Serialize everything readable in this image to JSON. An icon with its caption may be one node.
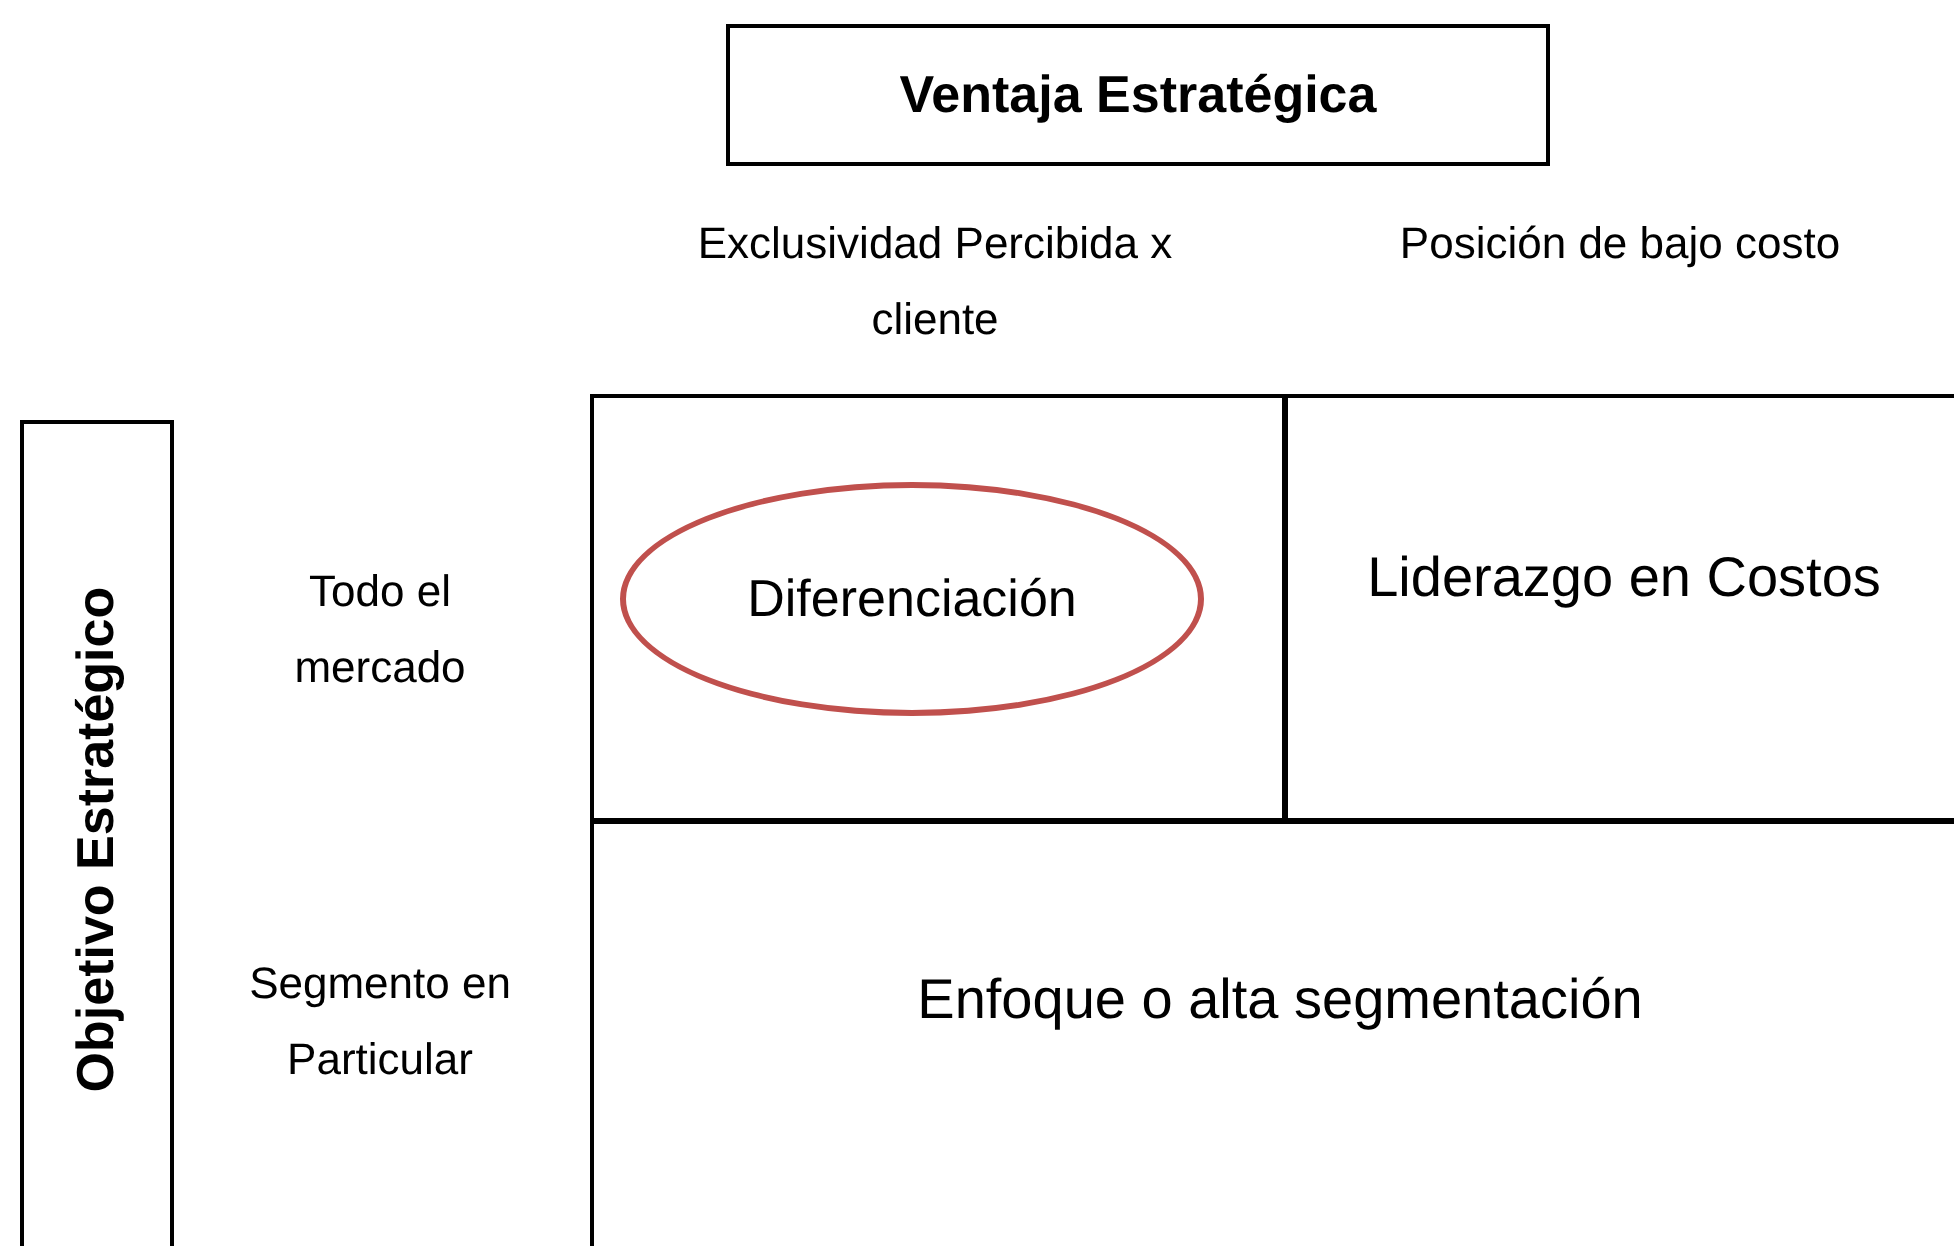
{
  "diagram": {
    "nodes": [
      {
        "text": [
          "Ventaja Estratégica"
        ]
      },
      {
        "text": [
          "Objetivo Estratégico"
        ]
      },
      {
        "text": [],
        "shape": "box"
      },
      {
        "text": [
          "Diferenciación"
        ],
        "in": 2
      },
      {
        "text": [
          "Liderazgo en Costos"
        ]
      },
      {
        "text": [
          "Enfoque o alta segmentación"
        ]
      }
    ],
    "labels": [
      "Exclusividad Percibida x cliente",
      "Posición de bajo costo",
      "Todo el mercado",
      "Segmento en Particular"
    ]
  }
}
